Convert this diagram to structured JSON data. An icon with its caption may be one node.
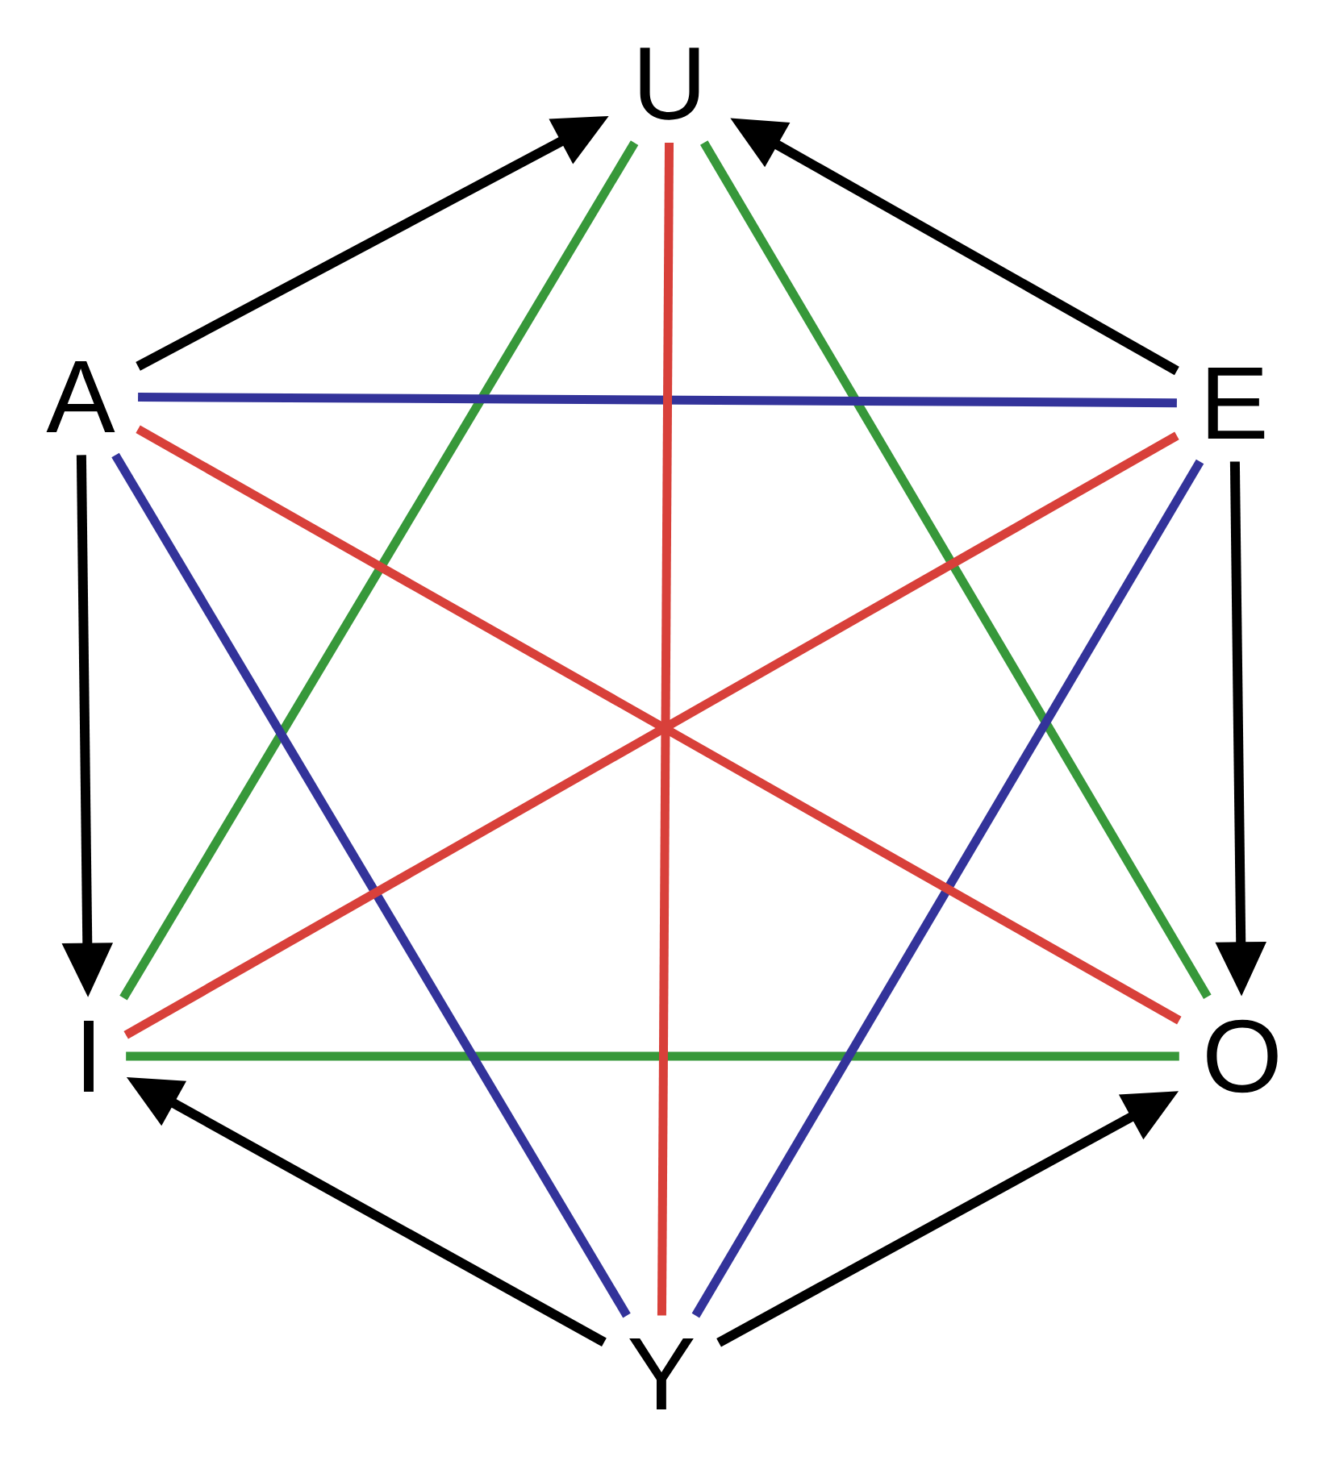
{
  "diagram": {
    "nodes": [
      {
        "text": [
          "U"
        ]
      },
      {
        "text": [
          "A"
        ]
      },
      {
        "text": [
          "E"
        ]
      },
      {
        "text": [
          "I"
        ]
      },
      {
        "text": [
          "O"
        ]
      },
      {
        "text": [
          "Y"
        ]
      }
    ],
    "edges": [
      {
        "from": 1,
        "to": 0,
        "arrow": "to"
      },
      {
        "from": 2,
        "to": 0,
        "arrow": "to"
      },
      {
        "from": 1,
        "to": 3,
        "arrow": "to"
      },
      {
        "from": 2,
        "to": 4,
        "arrow": "to"
      },
      {
        "from": 5,
        "to": 3,
        "arrow": "to"
      },
      {
        "from": 5,
        "to": 4,
        "arrow": "to"
      },
      {
        "from": 0,
        "to": 3,
        "arrow": "none",
        "color": "#37983a"
      },
      {
        "from": 0,
        "to": 4,
        "arrow": "none",
        "color": "#37983a"
      },
      {
        "from": 3,
        "to": 4,
        "arrow": "none",
        "color": "#37983a"
      },
      {
        "from": 1,
        "to": 2,
        "arrow": "none",
        "color": "#33339a"
      },
      {
        "from": 1,
        "to": 5,
        "arrow": "none",
        "color": "#33339a"
      },
      {
        "from": 2,
        "to": 5,
        "arrow": "none",
        "color": "#33339a"
      },
      {
        "from": 0,
        "to": 5,
        "arrow": "none",
        "color": "#d8403a"
      },
      {
        "from": 1,
        "to": 4,
        "arrow": "none",
        "color": "#d8403a"
      },
      {
        "from": 2,
        "to": 3,
        "arrow": "none",
        "color": "#d8403a"
      }
    ]
  }
}
